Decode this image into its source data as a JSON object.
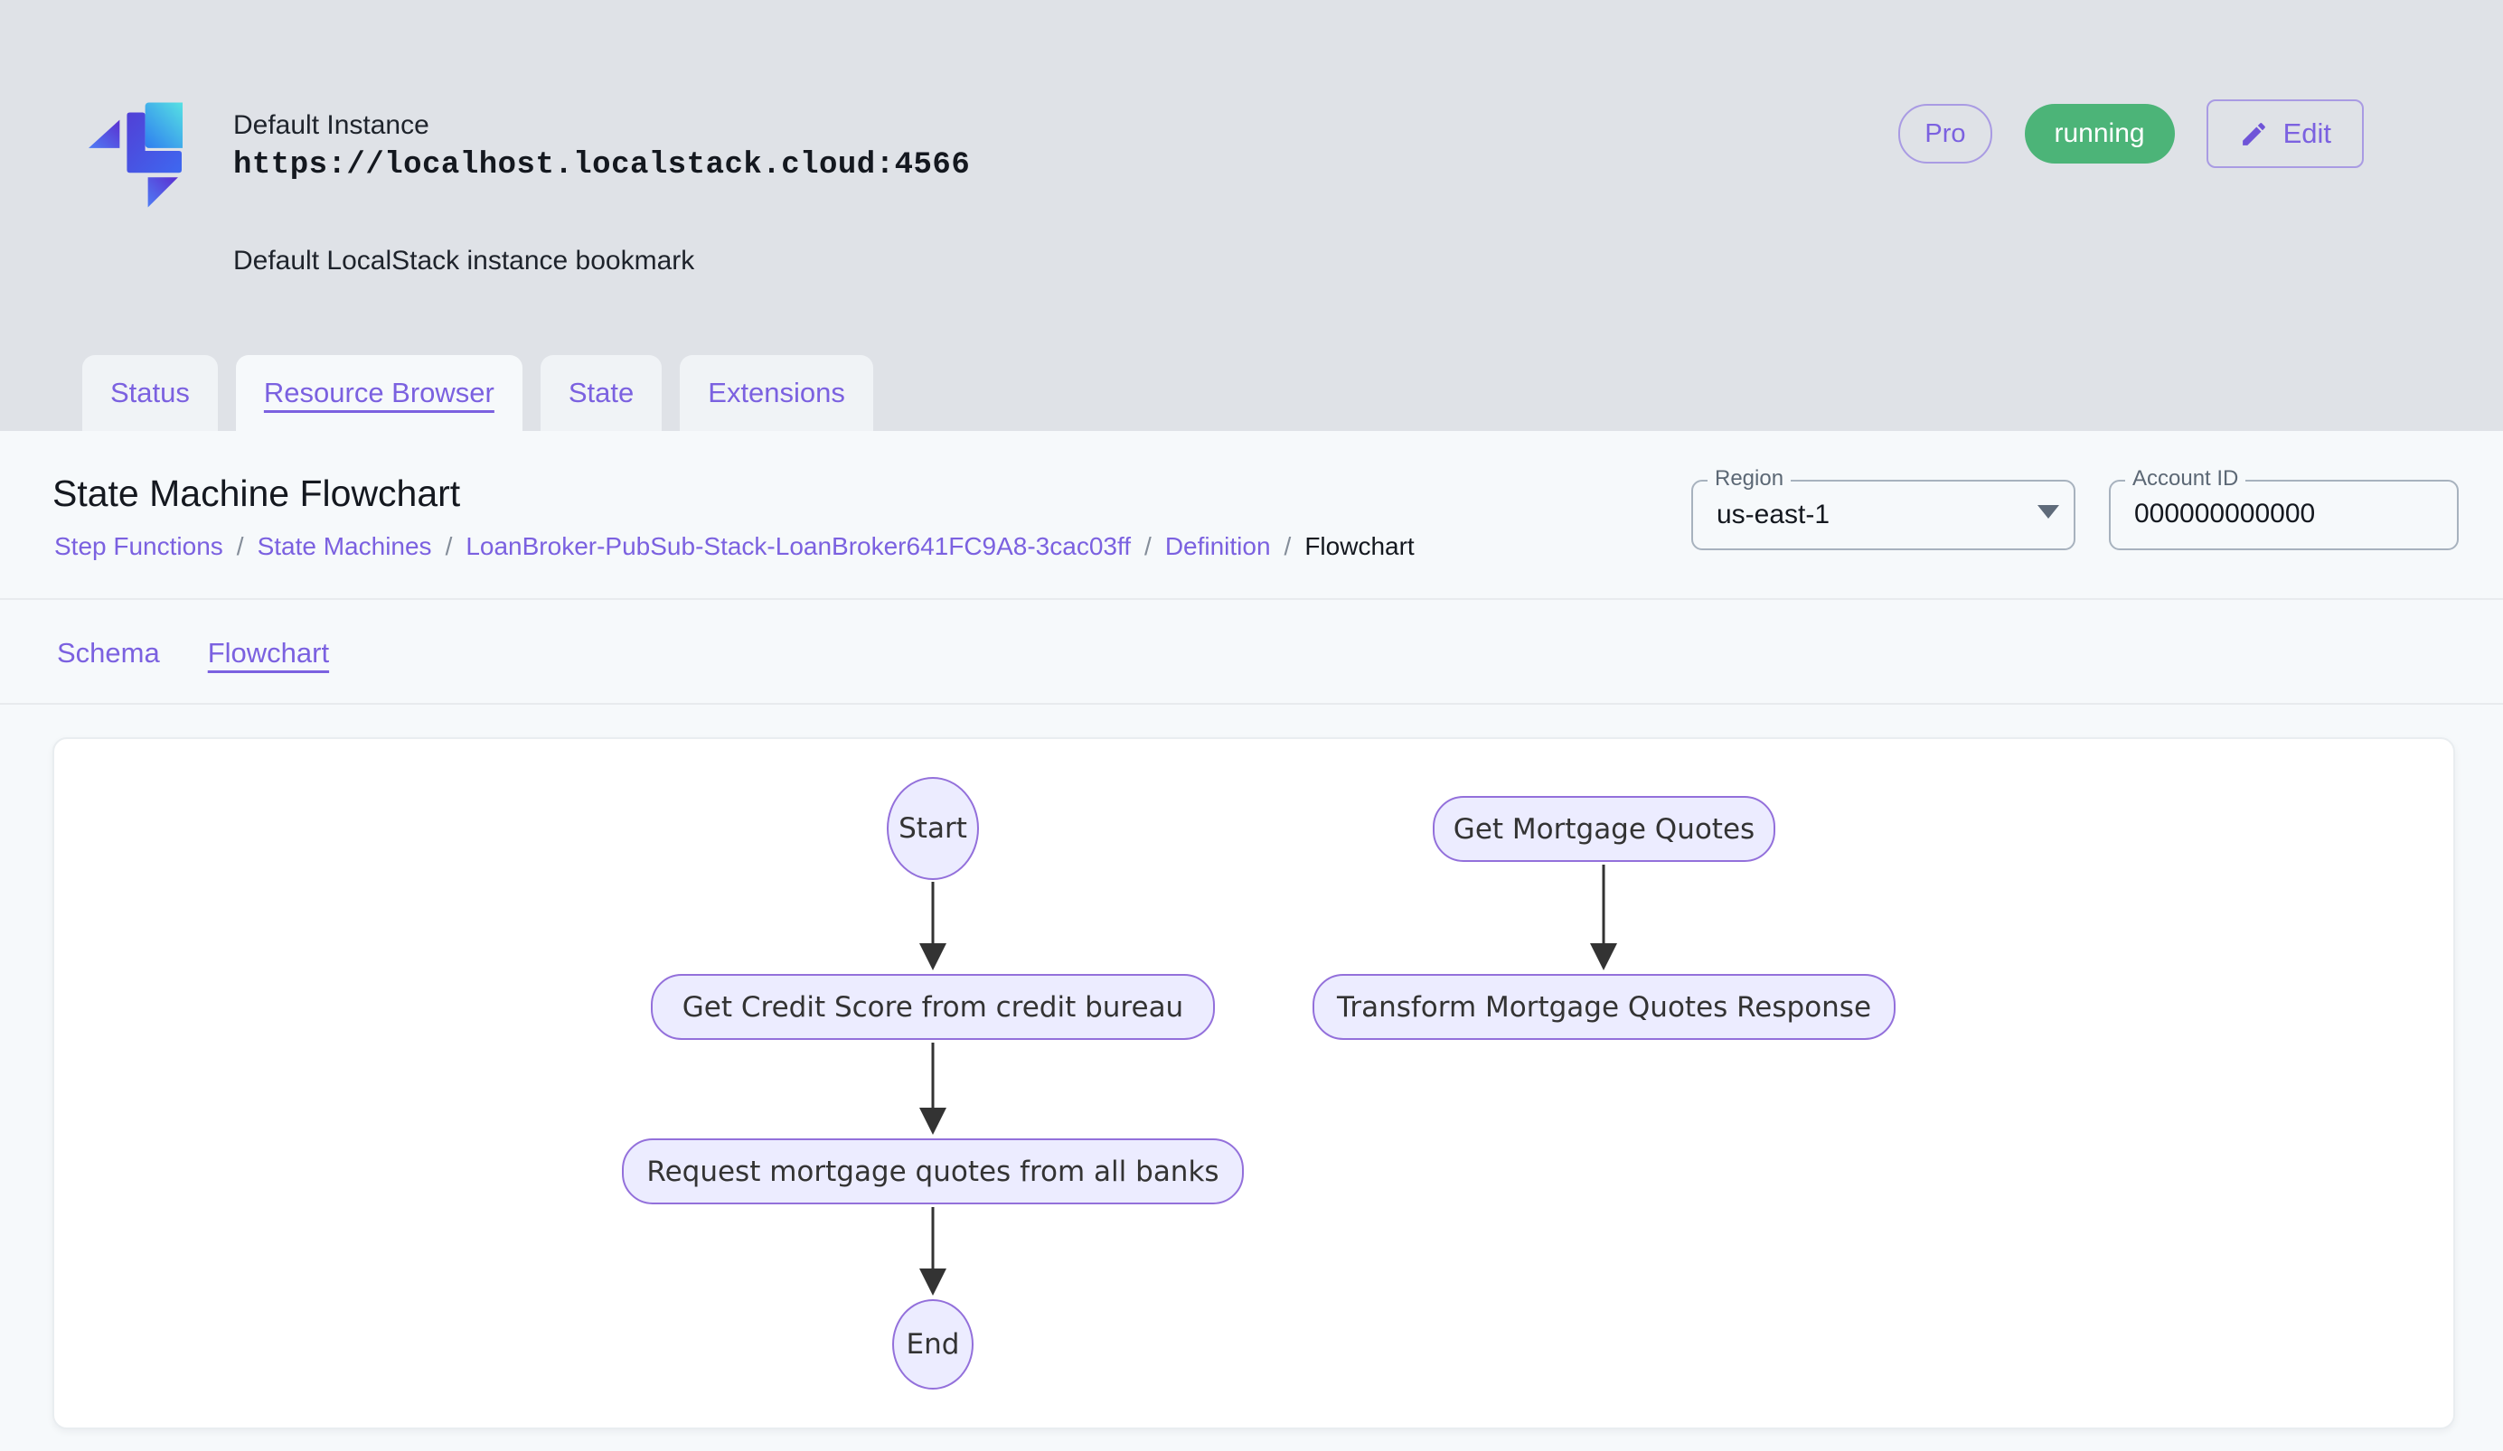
{
  "header": {
    "title": "Default Instance",
    "url": "https://localhost.localstack.cloud:4566",
    "subtitle": "Default LocalStack instance bookmark",
    "pro_badge": "Pro",
    "status_badge": "running",
    "edit_button": "Edit"
  },
  "tabs": {
    "items": [
      {
        "label": "Status",
        "active": false
      },
      {
        "label": "Resource Browser",
        "active": true
      },
      {
        "label": "State",
        "active": false
      },
      {
        "label": "Extensions",
        "active": false
      }
    ]
  },
  "page": {
    "title": "State Machine Flowchart",
    "breadcrumb": {
      "separator": "/",
      "items": [
        "Step Functions",
        "State Machines",
        "LoanBroker-PubSub-Stack-LoanBroker641FC9A8-3cac03ff",
        "Definition",
        "Flowchart"
      ]
    },
    "region": {
      "label": "Region",
      "value": "us-east-1"
    },
    "account": {
      "label": "Account ID",
      "value": "000000000000"
    },
    "subtabs": [
      "Schema",
      "Flowchart"
    ]
  },
  "flowchart": {
    "type": "flowchart",
    "direction": "top-down",
    "nodes": [
      {
        "id": "start",
        "label": "Start",
        "shape": "ellipse"
      },
      {
        "id": "get_mortgage_quotes",
        "label": "Get Mortgage Quotes",
        "shape": "rounded"
      },
      {
        "id": "get_credit_score",
        "label": "Get Credit Score from credit bureau",
        "shape": "rounded"
      },
      {
        "id": "transform_response",
        "label": "Transform Mortgage Quotes Response",
        "shape": "rounded"
      },
      {
        "id": "request_quotes",
        "label": "Request mortgage quotes from all banks",
        "shape": "rounded"
      },
      {
        "id": "end",
        "label": "End",
        "shape": "ellipse"
      }
    ],
    "edges": [
      {
        "from": "start",
        "to": "get_credit_score"
      },
      {
        "from": "get_credit_score",
        "to": "request_quotes"
      },
      {
        "from": "request_quotes",
        "to": "end"
      },
      {
        "from": "get_mortgage_quotes",
        "to": "transform_response"
      }
    ]
  },
  "colors": {
    "accent_purple": "#7B61E0",
    "status_green": "#4CB478",
    "node_fill": "#ECECFF",
    "node_border": "#9370DB",
    "arrow": "#333333",
    "header_bg": "#DFE2E7",
    "panel_bg": "#F6F9FB"
  }
}
